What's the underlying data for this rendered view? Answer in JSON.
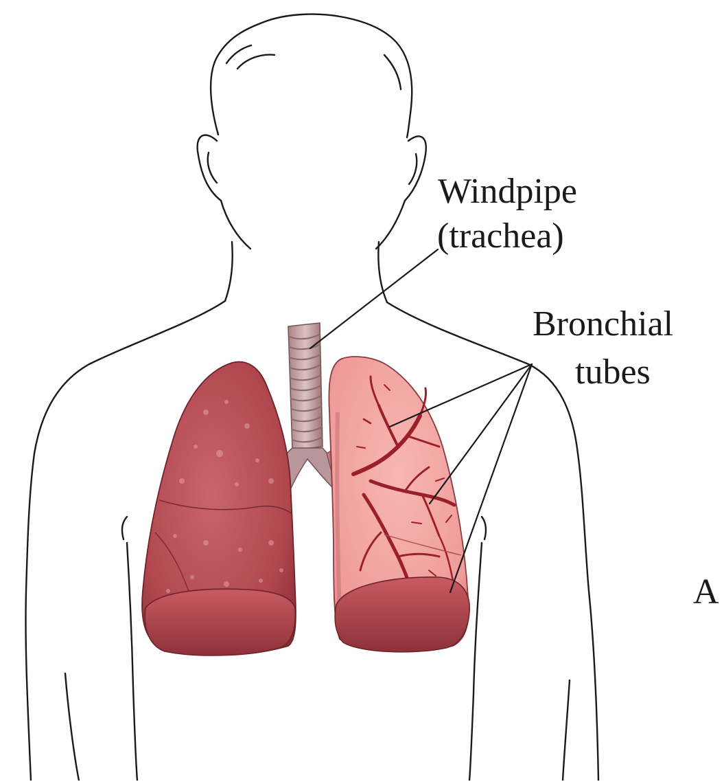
{
  "labels": {
    "windpipe_line1": "Windpipe",
    "windpipe_line2": "(trachea)",
    "bronchial_line1": "Bronchial",
    "bronchial_line2": "tubes",
    "panel_letter": "A"
  },
  "colors": {
    "outline": "#1a1a1a",
    "lung_base": "#b8525a",
    "lung_dark": "#8a2f37",
    "lung_highlight": "#d58a8f",
    "lung_cut": "#f4a6a4",
    "bronchi_dark": "#9b1f2a",
    "trachea": "#c9a2a4",
    "trachea_ring": "#8e6a6c"
  }
}
